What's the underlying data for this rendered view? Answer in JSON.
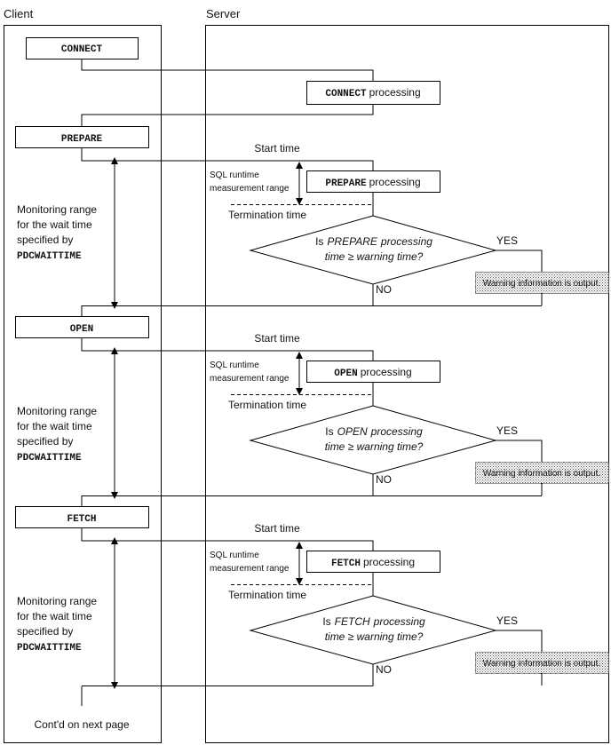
{
  "lanes": {
    "client": "Client",
    "server": "Server"
  },
  "connect": {
    "label": "CONNECT",
    "processing_cmd": "CONNECT",
    "processing_word": "processing"
  },
  "common": {
    "start_time": "Start time",
    "termination_time": "Termination time",
    "sql_runtime_1": "SQL runtime",
    "sql_runtime_2": "measurement range",
    "monitor_1": "Monitoring range",
    "monitor_2": "for the wait time",
    "monitor_3": "specified by",
    "monitor_param": "PDCWAITTIME",
    "yes": "YES",
    "no": "NO",
    "warning": "Warning information is output.",
    "decision_prefix": "Is",
    "decision_suffix": "processing",
    "decision_line2": "time ≥ warning time?",
    "processing": "processing"
  },
  "phases": [
    {
      "command": "PREPARE",
      "decision_cmd": "PREPARE"
    },
    {
      "command": "OPEN",
      "decision_cmd": "OPEN"
    },
    {
      "command": "FETCH",
      "decision_cmd": "FETCH"
    }
  ],
  "footer": "Cont'd on next page"
}
